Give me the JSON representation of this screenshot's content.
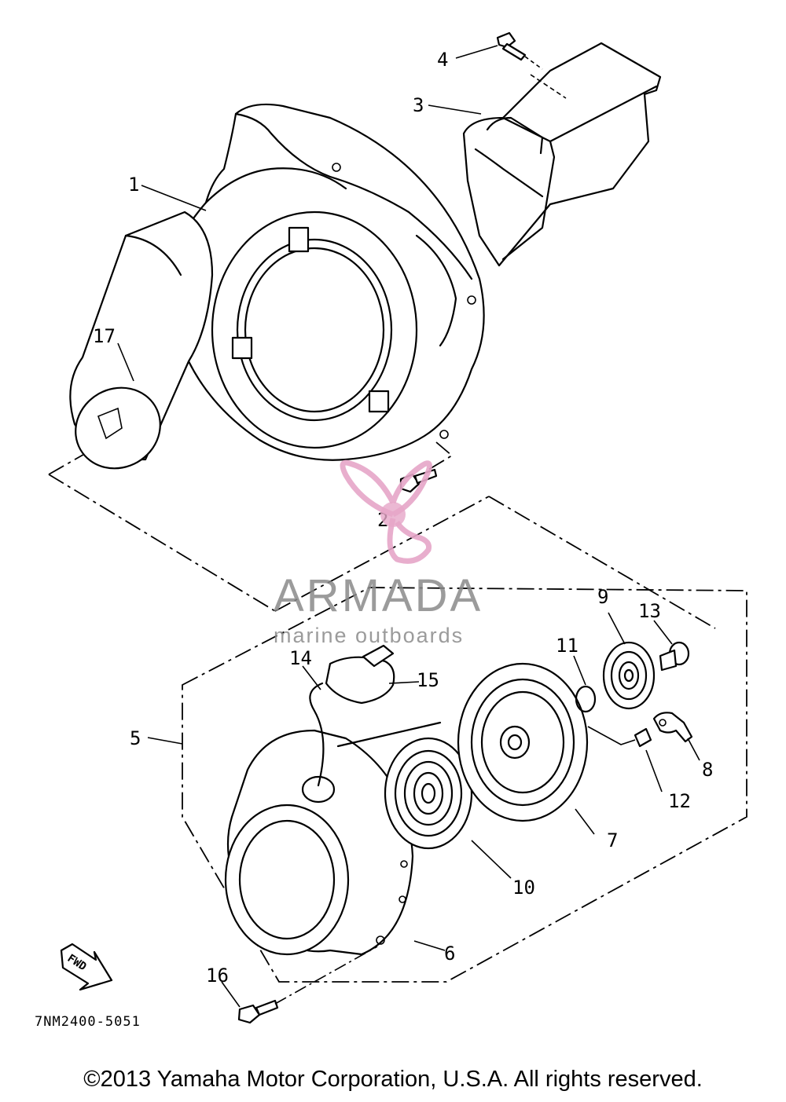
{
  "diagram_code": "7NM2400-5051",
  "copyright": "©2013 Yamaha Motor Corporation, U.S.A. All rights reserved.",
  "watermark": {
    "title": "ARMADA",
    "subtitle": "marine outboards",
    "color": "#e6a6c8"
  },
  "direction_badge": "FWD",
  "callouts": [
    "1",
    "2",
    "3",
    "4",
    "5",
    "6",
    "7",
    "8",
    "9",
    "10",
    "11",
    "12",
    "13",
    "14",
    "15",
    "16",
    "17"
  ]
}
